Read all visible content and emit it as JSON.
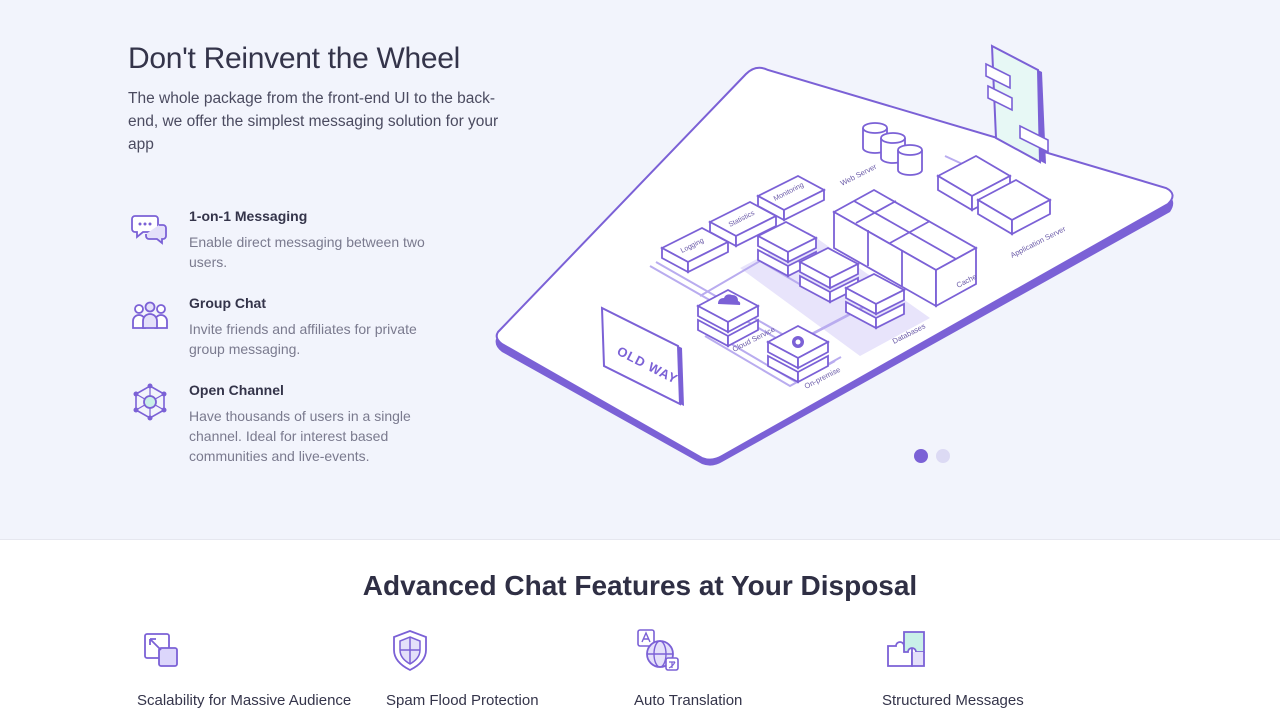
{
  "hero": {
    "title": "Don't Reinvent the Wheel",
    "subtitle": "The whole package from the front-end UI to the back-end, we offer the simplest messaging solution for your app"
  },
  "features": [
    {
      "icon": "chat-bubbles-icon",
      "title": "1-on-1 Messaging",
      "description": "Enable direct messaging between two users."
    },
    {
      "icon": "group-users-icon",
      "title": "Group Chat",
      "description": "Invite friends and affiliates for private group messaging."
    },
    {
      "icon": "network-hub-icon",
      "title": "Open Channel",
      "description": "Have thousands of users in a single channel. Ideal for interest based communities and live-events."
    }
  ],
  "illustration": {
    "labels": {
      "old_way": "OLD WAY",
      "logging": "Logging",
      "statistics": "Statistics",
      "monitoring": "Monitoring",
      "web_server": "Web Server",
      "application_server": "Application Server",
      "cache": "Cache",
      "databases": "Databases",
      "cloud_service": "Cloud Service",
      "on_premise": "On-premise"
    }
  },
  "carousel": {
    "slides": 2,
    "active_index": 0
  },
  "advanced": {
    "title": "Advanced Chat Features at Your Disposal",
    "items": [
      {
        "icon": "scalability-icon",
        "label": "Scalability for Massive Audience"
      },
      {
        "icon": "shield-icon",
        "label": "Spam Flood Protection"
      },
      {
        "icon": "globe-translate-icon",
        "label": "Auto Translation"
      },
      {
        "icon": "puzzle-icon",
        "label": "Structured Messages"
      }
    ]
  },
  "colors": {
    "accent": "#7b61d6",
    "hero_bg": "#f2f4fc",
    "light_accent": "#e4e0fa",
    "text_dark": "#34344a",
    "text_muted": "#7a7a8e"
  }
}
